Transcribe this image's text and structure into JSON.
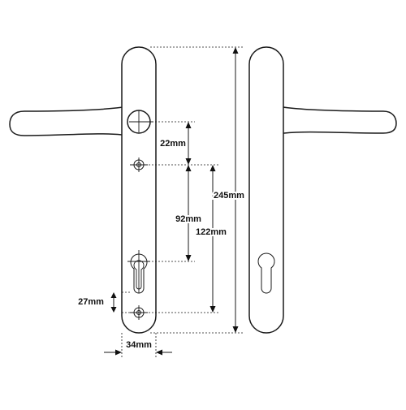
{
  "dimensions": {
    "d22": "22mm",
    "d92": "92mm",
    "d122": "122mm",
    "d245": "245mm",
    "d27": "27mm",
    "d34": "34mm"
  }
}
